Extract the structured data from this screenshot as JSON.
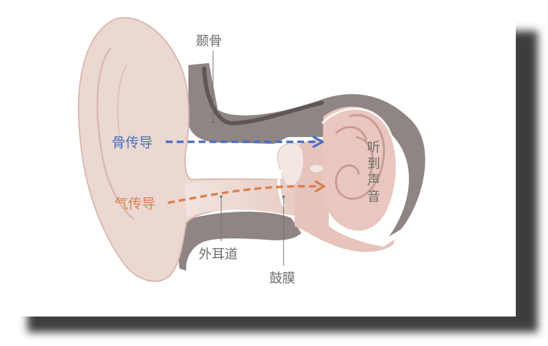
{
  "labels": {
    "temporal_bone": "颞骨",
    "bone_conduction": "骨传导",
    "air_conduction": "气传导",
    "ear_canal": "外耳道",
    "eardrum": "鼓膜",
    "hear_sound": [
      "听",
      "到",
      "声",
      "音"
    ]
  },
  "colors": {
    "bone_arrow": "#4a6fc0",
    "air_arrow": "#d9804f",
    "skin": "#ecd8d2",
    "skin_outline": "#d8b8b0",
    "bone": "#8f8584",
    "bone_dark": "#5f5757",
    "inner_ear": "#e8c0b8",
    "label_text": "#6e6e6e"
  },
  "icons": {
    "bone_conduction": "dashed-arrow-right-icon",
    "air_conduction": "dashed-arrow-right-icon"
  }
}
